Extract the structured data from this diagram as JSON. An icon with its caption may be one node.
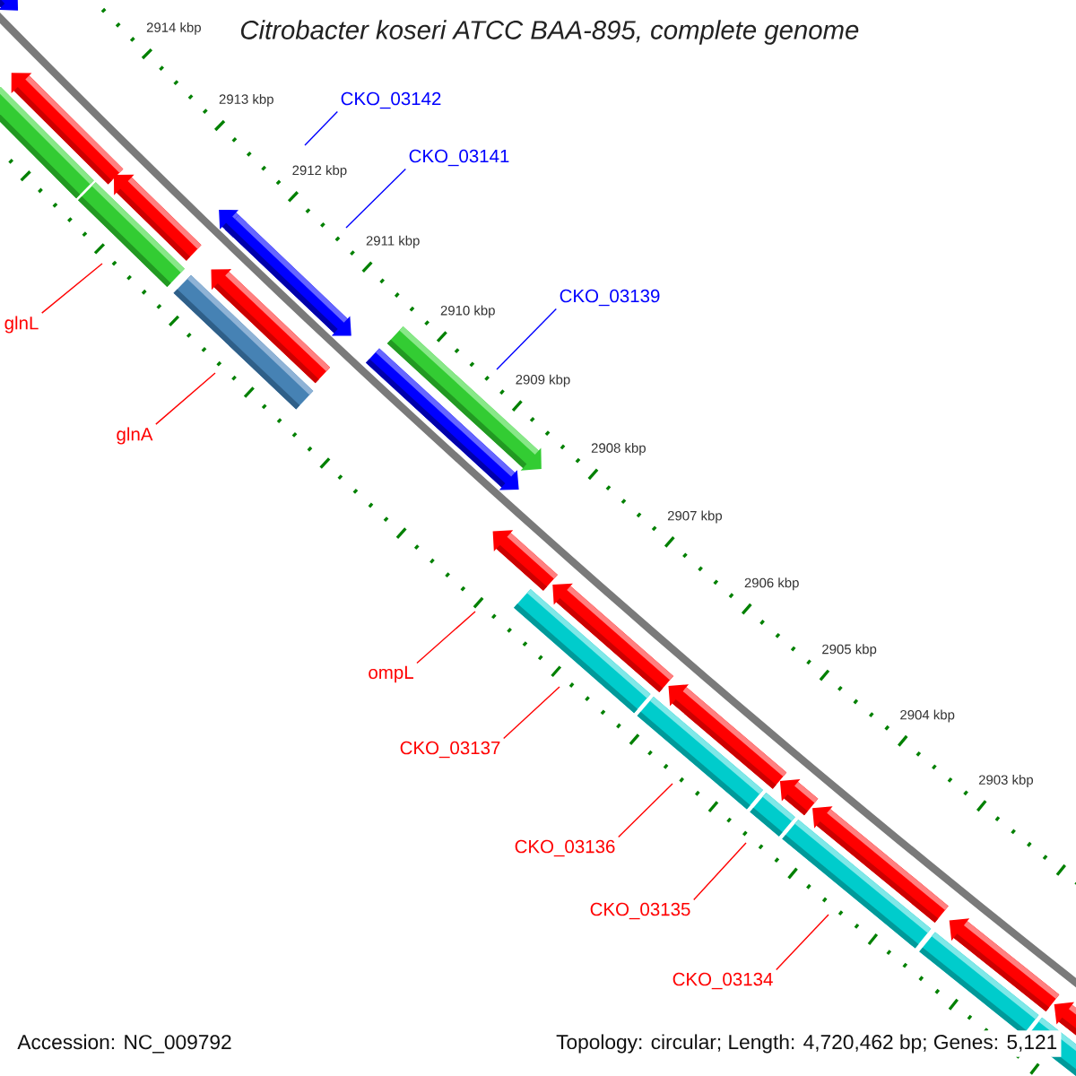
{
  "diagram": {
    "title": "Citrobacter koseri ATCC BAA-895, complete genome",
    "nodes": [
      {
        "text": [
          "CKO_03142"
        ]
      },
      {
        "text": [
          "CKO_03141"
        ]
      },
      {
        "text": [
          "CKO_03139"
        ]
      },
      {
        "text": [
          "glnL"
        ]
      },
      {
        "text": [
          "glnA"
        ]
      },
      {
        "text": [
          "ompL"
        ]
      },
      {
        "text": [
          "CKO_03137"
        ]
      },
      {
        "text": [
          "CKO_03136"
        ]
      },
      {
        "text": [
          "CKO_03135"
        ]
      },
      {
        "text": [
          "CKO_03134"
        ]
      }
    ],
    "edges": [
      {
        "from": 0,
        "to": null,
        "arrow": "none",
        "color": "#0000ff"
      },
      {
        "from": 1,
        "to": null,
        "arrow": "none",
        "color": "#0000ff"
      },
      {
        "from": 2,
        "to": null,
        "arrow": "none",
        "color": "#0000ff"
      },
      {
        "from": 3,
        "to": null,
        "arrow": "none"
      },
      {
        "from": 4,
        "to": null,
        "arrow": "none"
      },
      {
        "from": 5,
        "to": null,
        "arrow": "none"
      },
      {
        "from": 6,
        "to": null,
        "arrow": "none"
      },
      {
        "from": 7,
        "to": null,
        "arrow": "none"
      },
      {
        "from": 8,
        "to": null,
        "arrow": "none"
      },
      {
        "from": 9,
        "to": null,
        "arrow": "none"
      }
    ],
    "labels": [
      "2914 kbp",
      "2913 kbp",
      "2912 kbp",
      "2911 kbp",
      "2910 kbp",
      "2909 kbp",
      "2908 kbp",
      "2907 kbp",
      "2906 kbp",
      "2905 kbp",
      "2904 kbp",
      "2903 kbp",
      "Accession: NC_009792",
      "Topology: circular; Length: 4,720,462 bp; Genes: 5,121"
    ]
  }
}
